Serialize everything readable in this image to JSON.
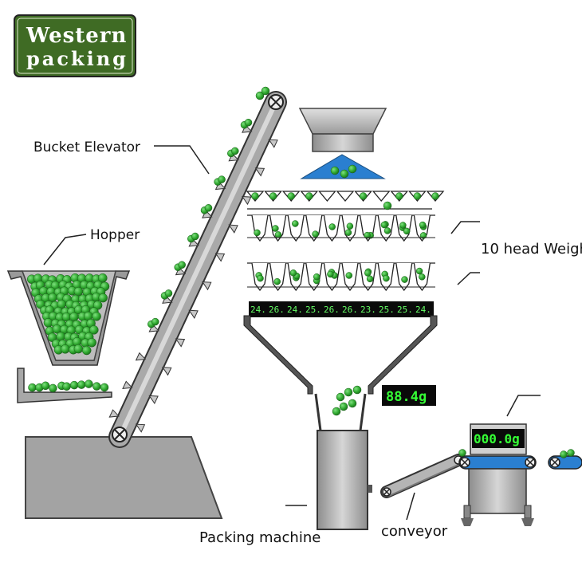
{
  "logo": {
    "line1": "Western",
    "line2": "packing",
    "bg": "#3f6b24"
  },
  "labels": {
    "bucket_elevator": "Bucket Elevator",
    "hopper": "Hopper",
    "weigher": "10 head Weigh",
    "packing_machine": "Packing machine",
    "conveyor": "conveyor"
  },
  "displays": {
    "weigher_output": "88.4g",
    "check_weigher": "000.0g"
  },
  "weigher_readouts": [
    "24.",
    "26.",
    "24.",
    "25.",
    "26.",
    "26.",
    "23.",
    "25.",
    "25.",
    "24."
  ],
  "colors": {
    "ball": "#2fa82f",
    "machine": "#a9a9a9",
    "belt": "#2a7fd0",
    "display_bg": "#0a0a0a",
    "display_text": "#35ff35"
  }
}
